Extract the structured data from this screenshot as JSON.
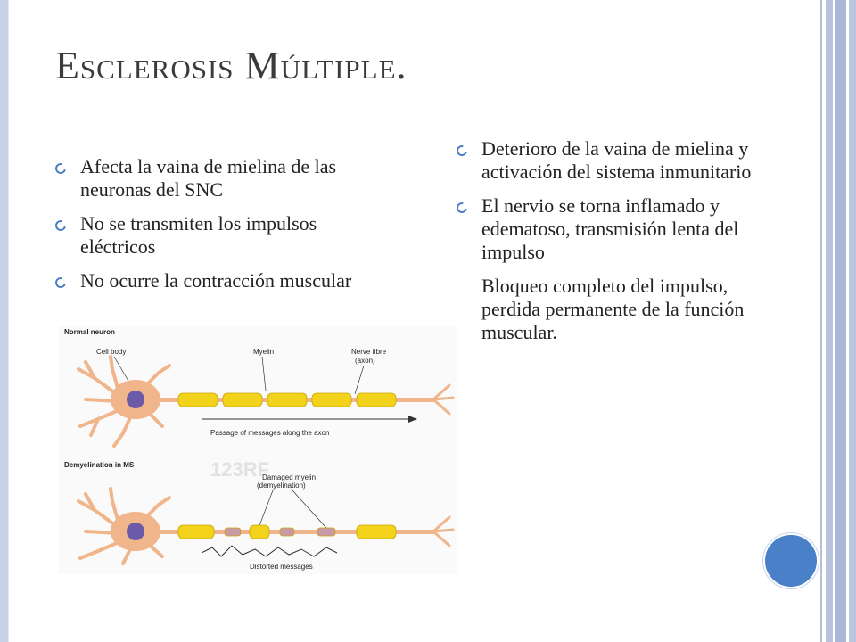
{
  "slide": {
    "title": "Esclerosis Múltiple.",
    "left_bullets": [
      "Afecta la vaina de mielina de las neuronas del SNC",
      "No se transmiten los impulsos eléctricos",
      "No ocurre la contracción muscular"
    ],
    "right_bullets": [
      "Deterioro de la vaina de mielina y activación del sistema inmunitario",
      "El nervio se torna inflamado y edematoso, transmisión lenta del impulso",
      "Bloqueo completo del impulso, perdida permanente de la función muscular."
    ]
  },
  "figure": {
    "normal_heading": "Normal neuron",
    "cell_body_label": "Cell body",
    "myelin_label": "Myelin",
    "nerve_fibre_label": "Nerve fibre",
    "axon_label": "(axon)",
    "passage_caption": "Passage of messages along the axon",
    "demyelination_heading": "Demyelination in MS",
    "watermark": "123RF",
    "damaged_myelin_label": "Damaged myelin",
    "demyelination_label": "(demyelination)",
    "distorted_caption": "Distorted messages"
  },
  "colors": {
    "accent": "#4a80c8",
    "myelin": "#f2d21a",
    "cell_body": "#f0b58a",
    "nucleus": "#6a5aa8"
  }
}
